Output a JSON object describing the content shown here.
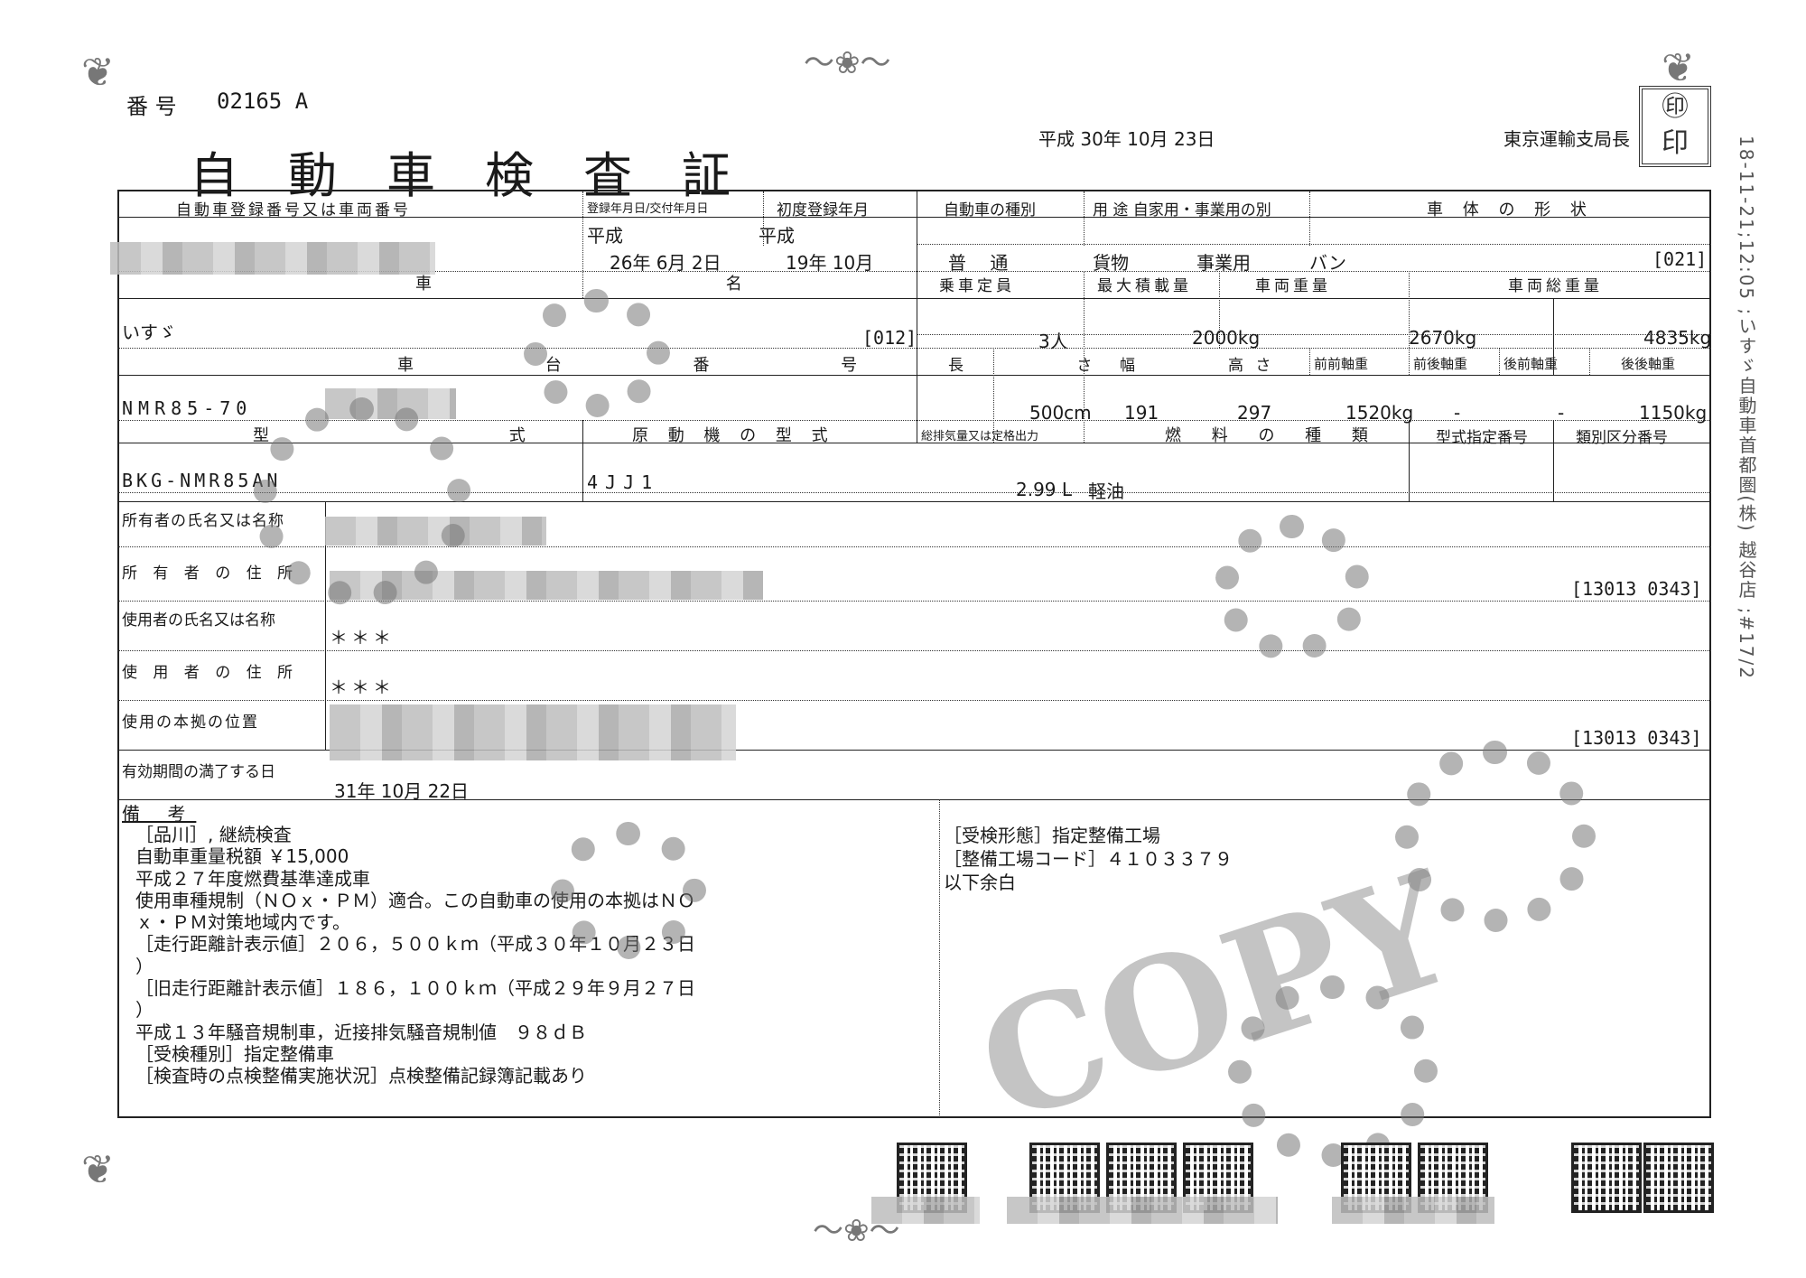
{
  "header": {
    "number_label": "番 号",
    "number_value": "02165 A",
    "title": "自動車検査証",
    "issue_date": "平成 30年 10月 23日",
    "issuer": "東京運輸支局長"
  },
  "side_stamp": "18-11-21;12:05 ;いすゞ自動車首都圏(株) 越谷店 ;#17/2",
  "row1": {
    "labels": {
      "reg_number": "自動車登録番号又は車両番号",
      "reg_date": "登録年月日/交付年月日",
      "first_reg": "初度登録年月",
      "vehicle_type": "自動車の種別",
      "usage": "用 途 自家用・事業用の別",
      "body_shape": "車 体 の 形 状"
    },
    "reg_date_era": "平成",
    "reg_date": "26年 6月 2日",
    "first_reg_era": "平成",
    "first_reg": "19年 10月",
    "vehicle_type": "普 通",
    "usage": "貨物",
    "private_business": "事業用",
    "body_shape": "バン",
    "body_code": "[021]"
  },
  "row2": {
    "labels": {
      "maker": "車 名",
      "capacity": "乗車定員",
      "max_load": "最大積載量",
      "weight": "車両重量",
      "gross_weight": "車両総重量"
    },
    "maker": "いすゞ",
    "maker_code": "[012]",
    "capacity": "3人",
    "max_load": "2000kg",
    "weight": "2670kg",
    "gross_weight": "4835kg"
  },
  "row3": {
    "labels": {
      "chassis": "車 台 番 号",
      "length": "長 さ",
      "width": "幅",
      "height": "高 さ",
      "ff_axle": "前前軸重",
      "fr_axle": "前後軸重",
      "rf_axle": "後前軸重",
      "rr_axle": "後後軸重"
    },
    "chassis": "NMR85-70",
    "length": "500cm",
    "width": "191",
    "height": "297",
    "ff_axle": "1520kg",
    "fr_axle": "-",
    "rf_axle": "-",
    "rr_axle": "1150kg"
  },
  "row4": {
    "labels": {
      "model": "型 式",
      "engine": "原 動 機 の 型 式",
      "displacement": "総排気量又は定格出力",
      "fuel": "燃 料 の 種 類",
      "type_designation": "型式指定番号",
      "category": "類別区分番号"
    },
    "model": "BKG-NMR85AN",
    "engine": "4JJ1",
    "displacement": "2.99 L",
    "fuel": "軽油"
  },
  "persons": {
    "owner_name_label": "所有者の氏名又は名称",
    "owner_address_label": "所 有 者 の 住 所",
    "owner_code": "[13013 0343]",
    "user_name_label": "使用者の氏名又は名称",
    "user_name": "＊＊＊",
    "user_address_label": "使 用 者 の 住 所",
    "user_address": "＊＊＊",
    "base_label": "使用の本拠の位置",
    "base_code": "[13013 0343]",
    "expiry_label": "有効期間の満了する日",
    "expiry": "31年 10月 22日"
  },
  "remarks": {
    "label": "備 考",
    "left": [
      "［品川］, 継続検査",
      "自動車重量税額 ￥15,000",
      "平成２７年度燃費基準達成車",
      "使用車種規制（ＮＯｘ・ＰＭ）適合。この自動車の使用の本拠はＮＯ",
      "ｘ・ＰＭ対策地域内です。",
      "［走行距離計表示値］２０６，５００ｋｍ（平成３０年１０月２３日",
      "）",
      "［旧走行距離計表示値］１８６，１００ｋｍ（平成２９年９月２７日",
      "）",
      "平成１３年騒音規制車，近接排気騒音規制値　９８ｄＢ",
      "［受検種別］指定整備車",
      "［検査時の点検整備実施状況］点検整備記録簿記載あり"
    ],
    "right": [
      "［受検形態］指定整備工場",
      "［整備工場コード］４１０３３７９",
      "以下余白"
    ]
  },
  "watermark": "COPY"
}
